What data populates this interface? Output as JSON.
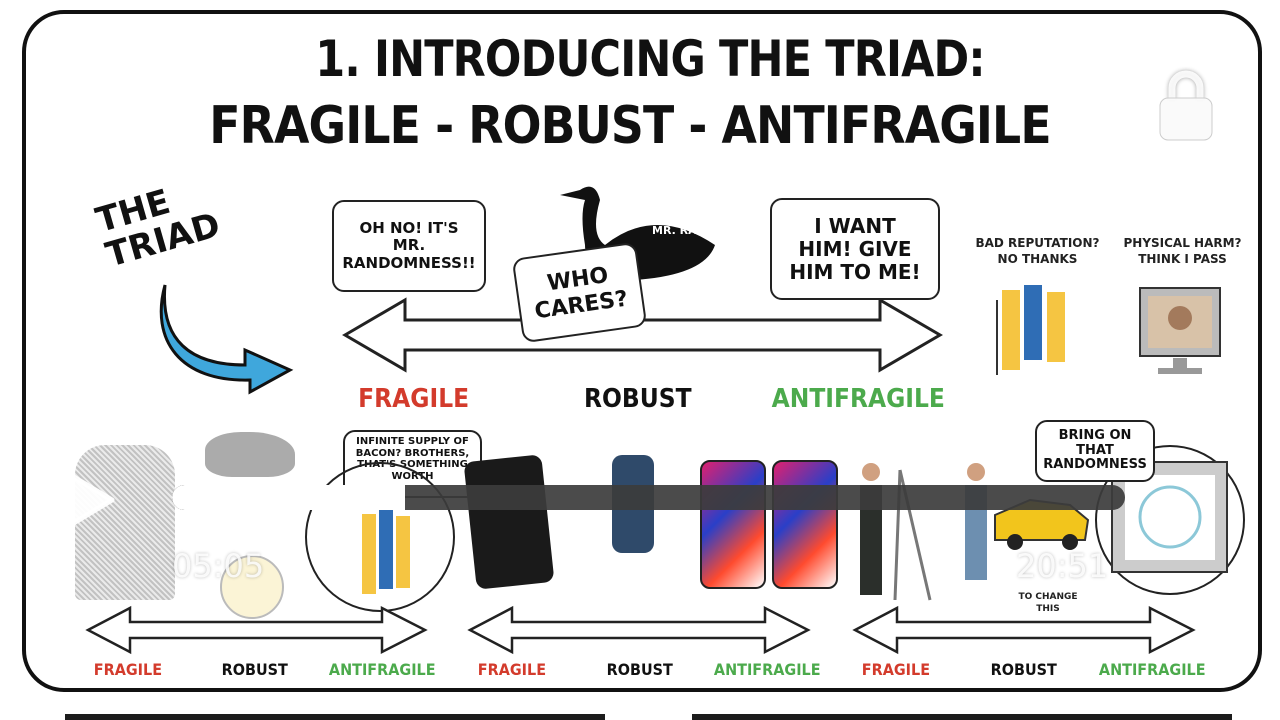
{
  "slide": {
    "title_line1": "1. INTRODUCING THE TRIAD:",
    "title_line2": "FRAGILE - ROBUST - ANTIFRAGILE",
    "triad_label": "THE\nTRIAD",
    "bubble_fragile": "OH NO! IT'S MR. RANDOMNESS!!",
    "bubble_robust": "WHO CARES?",
    "bubble_antifragile": "I WANT HIM! GIVE HIM TO ME!",
    "swan_label": "MR. RANDOMNESS",
    "main_labels": {
      "fragile": "FRAGILE",
      "robust": "ROBUST",
      "antifragile": "ANTIFRAGILE"
    },
    "caption_reputation": "BAD REPUTATION? NO THANKS",
    "caption_harm": "PHYSICAL HARM? THINK I PASS",
    "bubble_bacon": "INFINITE SUPPLY OF BACON? BROTHERS, THAT'S SOMETHING WORTH",
    "bubble_randomness": "BRING ON THAT RANDOMNESS",
    "caption_change": "TO CHANGE THIS",
    "bottom_groups": [
      {
        "fragile": "FRAGILE",
        "robust": "ROBUST",
        "antifragile": "ANTIFRAGILE"
      },
      {
        "fragile": "FRAGILE",
        "robust": "ROBUST",
        "antifragile": "ANTIFRAGILE"
      },
      {
        "fragile": "FRAGILE",
        "robust": "ROBUST",
        "antifragile": "ANTIFRAGILE"
      }
    ],
    "colors": {
      "fragile": "#d33b2c",
      "robust": "#111111",
      "antifragile": "#4caa4c",
      "arrow_blue": "#3fa7dc"
    }
  },
  "player": {
    "current_time": "05:05",
    "duration": "20:51",
    "progress": 0.244,
    "play_icon": "play-icon",
    "lock_icon": "lock-icon"
  }
}
